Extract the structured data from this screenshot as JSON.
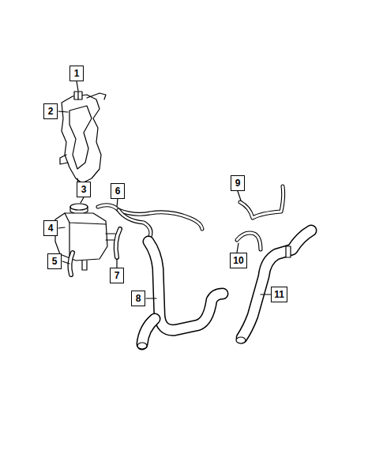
{
  "diagram": {
    "nodes": [
      {
        "text": [
          "1"
        ]
      },
      {
        "text": [
          "2"
        ]
      },
      {
        "text": [
          "3"
        ]
      },
      {
        "text": [
          "4"
        ]
      },
      {
        "text": [
          "5"
        ]
      },
      {
        "text": [
          "6"
        ]
      },
      {
        "text": [
          "7"
        ]
      },
      {
        "text": [
          "8"
        ]
      },
      {
        "text": [
          "9"
        ]
      },
      {
        "text": [
          "10"
        ]
      },
      {
        "text": [
          "11"
        ]
      }
    ],
    "edges": []
  }
}
